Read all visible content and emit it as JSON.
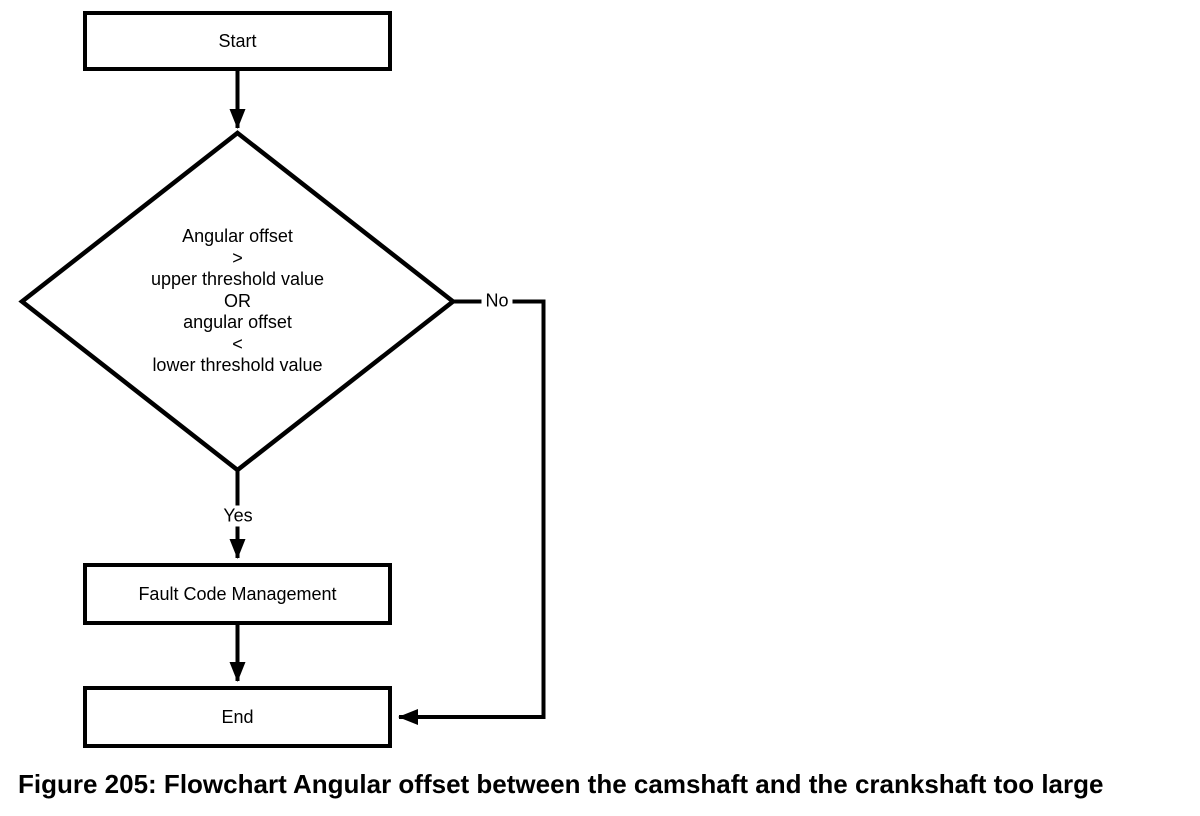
{
  "figure": {
    "caption": "Figure 205: Flowchart Angular offset between the camshaft and the crankshaft too large"
  },
  "flowchart": {
    "type": "flowchart",
    "colors": {
      "stroke": "#000000",
      "fill": "#ffffff"
    },
    "nodes": {
      "start": {
        "label": "Start",
        "shape": "rectangle"
      },
      "decision": {
        "shape": "diamond",
        "lines": [
          "Angular offset",
          ">",
          "upper threshold value",
          "OR",
          "angular offset",
          "<",
          "lower threshold value"
        ]
      },
      "fault": {
        "label": "Fault Code Management",
        "shape": "rectangle"
      },
      "end": {
        "label": "End",
        "shape": "rectangle"
      }
    },
    "edges": {
      "start_to_decision": {
        "label": ""
      },
      "decision_yes": {
        "label": "Yes",
        "target": "Fault Code Management"
      },
      "decision_no": {
        "label": "No",
        "target": "End"
      },
      "fault_to_end": {
        "label": ""
      }
    }
  }
}
